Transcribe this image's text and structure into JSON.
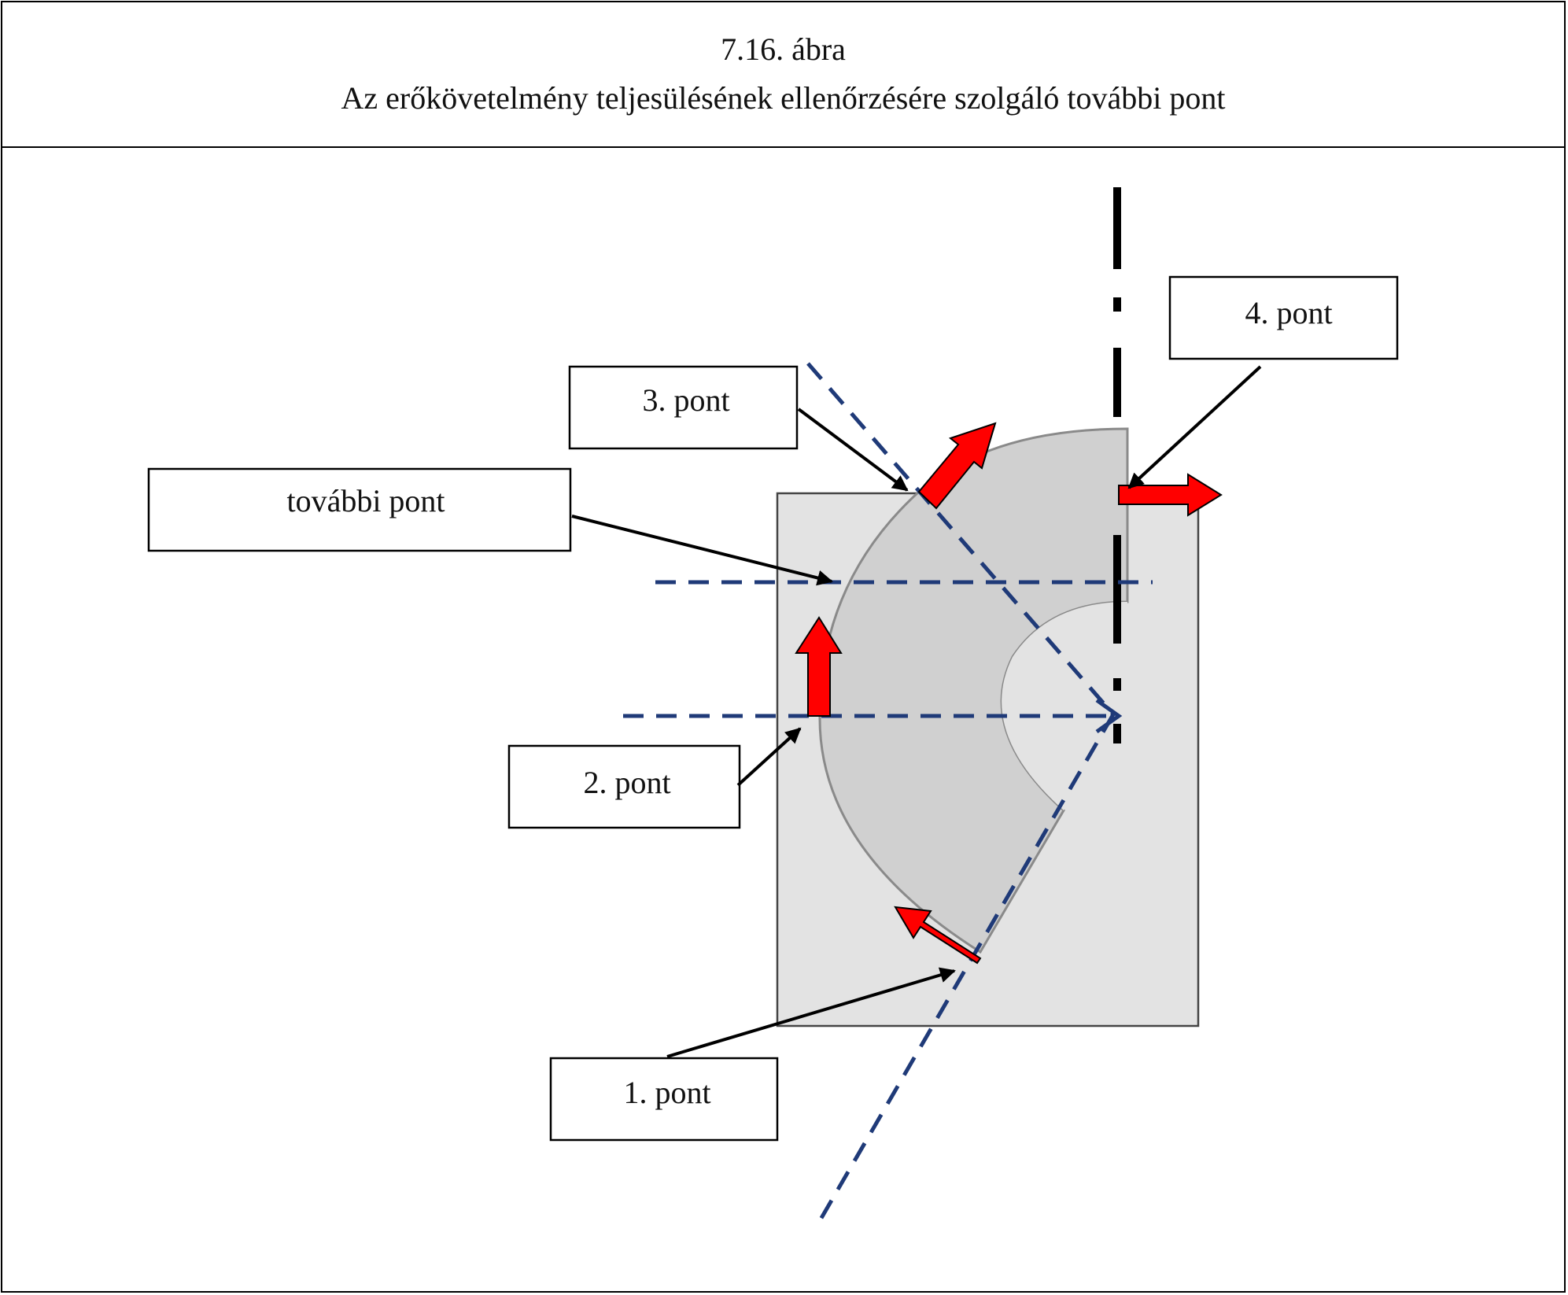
{
  "figure": {
    "number": "7.16. ábra",
    "title": "Az erőkövetelmény teljesülésének ellenőrzésére szolgáló további pont"
  },
  "labels": {
    "point1": "1. pont",
    "point2": "2. pont",
    "point3": "3. pont",
    "point4": "4. pont",
    "extra_point": "további pont"
  },
  "colors": {
    "force_arrow": "#ff0000",
    "reference_line": "#1f3a78",
    "plate_fill": "#e3e3e3",
    "seat_fill": "#d0d0d0"
  }
}
